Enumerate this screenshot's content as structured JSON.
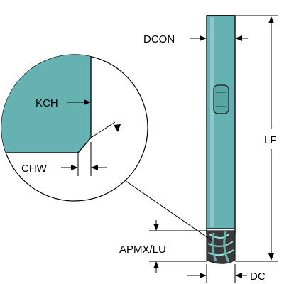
{
  "diagram": {
    "labels": {
      "dcon": "DCON",
      "lf": "LF",
      "kch": "KCH",
      "chw": "CHW",
      "apmx_lu": "APMX/LU",
      "dc": "DC"
    },
    "colors": {
      "tool_body": "#66b2b2",
      "tool_edge": "#1a1a1a",
      "detail_fill": "#66b2b2",
      "line": "#000000",
      "background": "#ffffff"
    }
  }
}
